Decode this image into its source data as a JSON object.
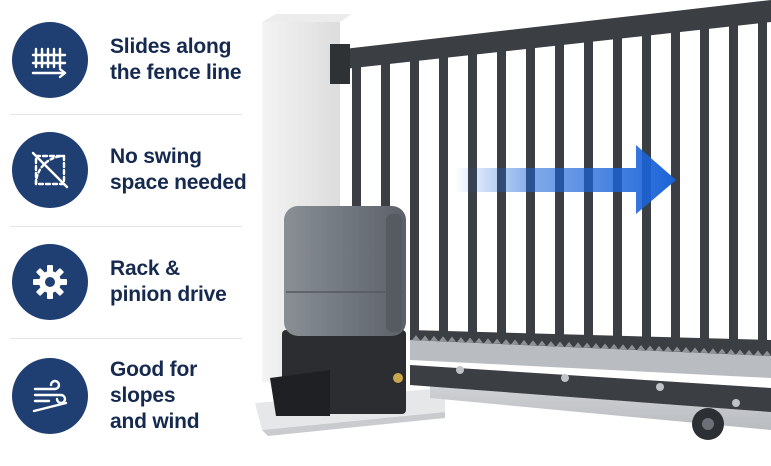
{
  "features": [
    {
      "line1": "Slides along",
      "line2": "the fence line",
      "icon": "sliding-fence-icon"
    },
    {
      "line1": "No swing",
      "line2": "space needed",
      "icon": "no-swing-icon"
    },
    {
      "line1": "Rack &",
      "line2": "pinion drive",
      "icon": "gear-icon"
    },
    {
      "line1": "Good for slopes",
      "line2": "and wind",
      "icon": "wind-slope-icon"
    }
  ],
  "colors": {
    "badge": "#1f3f73",
    "text": "#152a4e",
    "gate": "#3b3e42",
    "motor": "#6c7177",
    "arrow": "#1a63d8"
  }
}
